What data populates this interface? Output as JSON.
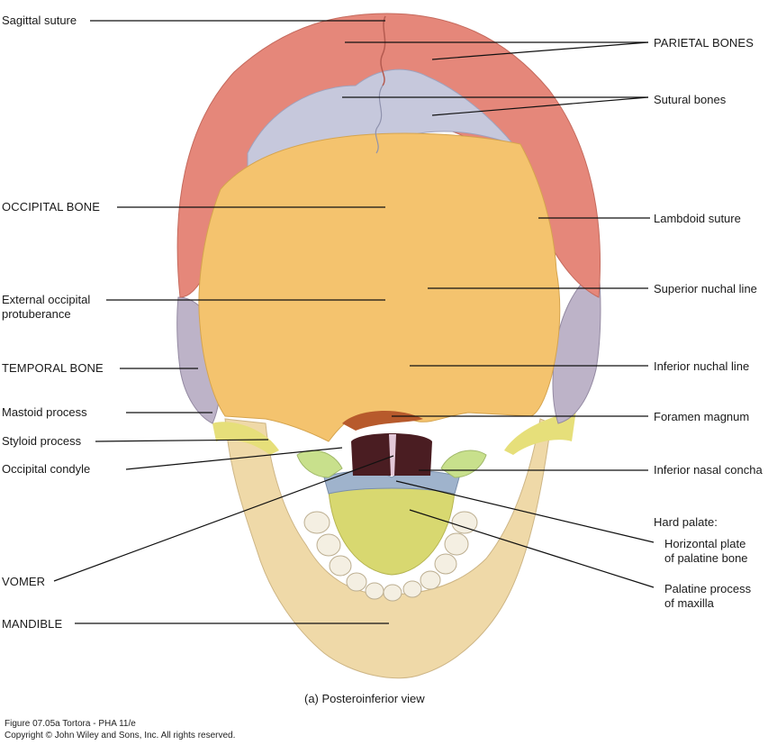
{
  "labels": {
    "sagittal_suture": "Sagittal suture",
    "parietal_bones": "PARIETAL BONES",
    "sutural_bones": "Sutural bones",
    "occipital_bone": "OCCIPITAL BONE",
    "lambdoid_suture": "Lambdoid suture",
    "ext_occ_line1": "External occipital",
    "ext_occ_line2": "protuberance",
    "superior_nuchal": "Superior nuchal line",
    "temporal_bone": "TEMPORAL BONE",
    "inferior_nuchal": "Inferior nuchal line",
    "mastoid": "Mastoid process",
    "foramen_magnum": "Foramen magnum",
    "styloid": "Styloid process",
    "occipital_condyle": "Occipital condyle",
    "inferior_nasal": "Inferior nasal concha",
    "hard_palate": "Hard palate:",
    "horizontal_line1": "Horizontal plate",
    "horizontal_line2": "of palatine bone",
    "vomer": "VOMER",
    "palatine_line1": "Palatine process",
    "palatine_line2": "of maxilla",
    "mandible": "MANDIBLE"
  },
  "caption": "(a) Posteroinferior view",
  "credit": {
    "line1": "Figure 07.05a  Tortora - PHA 11/e",
    "line2": "Copyright © John Wiley and Sons, Inc. All rights reserved."
  },
  "colors": {
    "parietal": "#e5877a",
    "sutural": "#c6c8dc",
    "occipital": "#f4c36e",
    "temporal": "#bdb3c8",
    "mandible": "#efd9a8",
    "maxilla": "#d8d870",
    "palatine": "#9fb3cc",
    "concha": "#c8e08c",
    "leader": "#111111"
  }
}
